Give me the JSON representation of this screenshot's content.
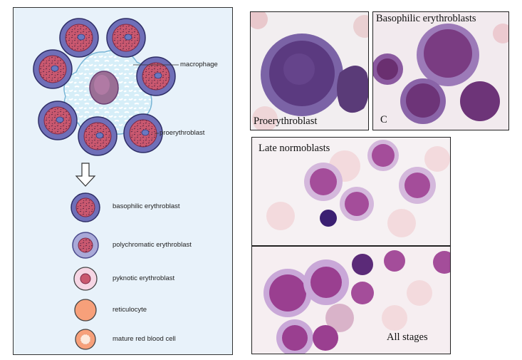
{
  "diagram": {
    "macrophage_label": "macrophage",
    "proerythroblast_label": "proerythroblast",
    "stages": [
      {
        "label": "basophilic erythroblast"
      },
      {
        "label": "polychromatic erythroblast"
      },
      {
        "label": "pyknotic erythroblast"
      },
      {
        "label": "reticulocyte"
      },
      {
        "label": "mature red blood cell"
      }
    ]
  },
  "micrographs": {
    "proerythroblast": {
      "label": "Proerythroblast"
    },
    "basophilic": {
      "label": "Basophilic erythroblasts",
      "panel_letter": "C"
    },
    "late": {
      "label": "Late normoblasts"
    },
    "all": {
      "label": "All stages"
    }
  },
  "colors": {
    "panel_bg": "#e8f2fa",
    "cytoplasm": "#6f6fb8",
    "nucleus": "#c9586f",
    "macrophage": "#c8e6f6",
    "stain_purple": "#6d3d8f"
  }
}
